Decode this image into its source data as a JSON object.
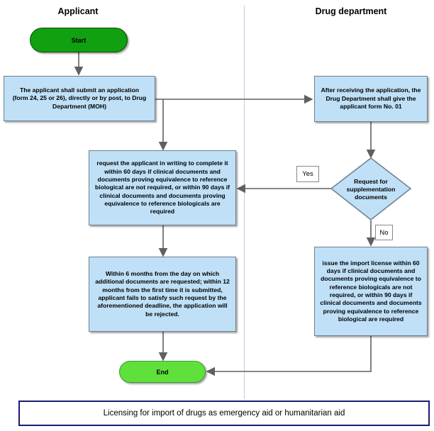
{
  "lanes": {
    "applicant": "Applicant",
    "drug_department": "Drug department"
  },
  "nodes": {
    "start": "Start",
    "submit": "The applicant shall submit an application (form 24, 25 or 26), directly or by post, to Drug Department (MOH)",
    "receive": "After receiving the application, the Drug Department shall give the applicant form No. 01",
    "decision": "Request for supplementation documents",
    "request": "request the applicant in writing to complete it within 60 days if clinical documents and documents proving equivalence to reference biological are not required, or within 90 days if clinical documents and documents proving equivalence to reference biologicals are required",
    "issue": "issue the import license within 60 days if clinical documents and documents proving equivalence to reference biologicals are not required, or within 90 days if clinical documents and documents proving equivalence to reference biological are required",
    "reject": "Within 6 months from the day on which additional documents are requested; within 12 months from the first time it is submitted, applicant fails to satisfy such request by the aforementioned deadline, the application will be rejected.",
    "end": "End"
  },
  "branch_labels": {
    "yes": "Yes",
    "no": "No"
  },
  "caption": "Licensing for import of drugs as emergency aid or humanitarian aid",
  "colors": {
    "box_fill": "#bfe0f7",
    "start_fill": "#10a010",
    "end_fill": "#5fe03a",
    "caption_border": "#1a1a7a"
  }
}
